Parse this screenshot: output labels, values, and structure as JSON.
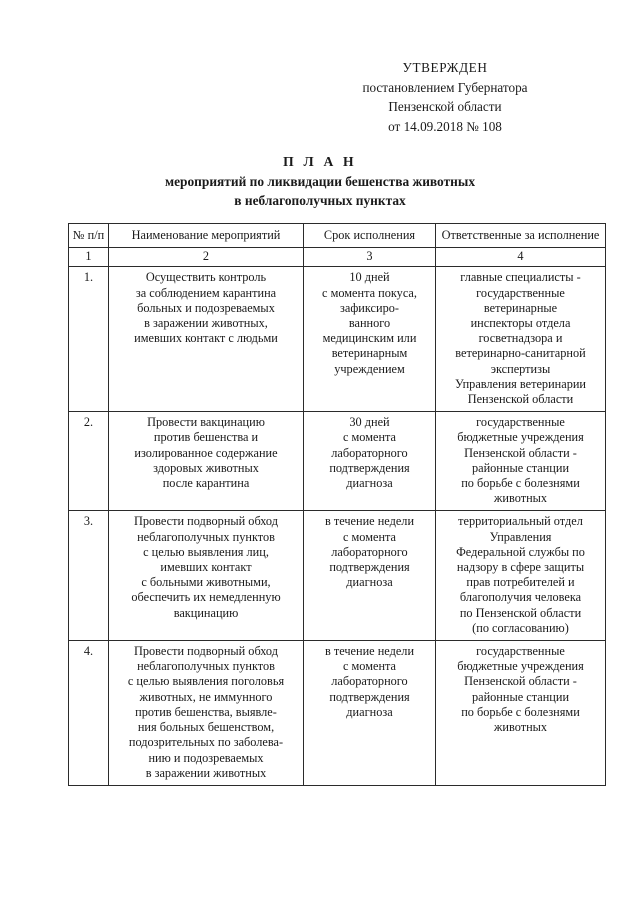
{
  "approval": {
    "lines": [
      "УТВЕРЖДЕН",
      "постановлением Губернатора",
      "Пензенской области",
      "от 14.09.2018 № 108"
    ]
  },
  "title": {
    "heading": "П Л А Н",
    "subtitle_line_1": "мероприятий по ликвидации бешенства животных",
    "subtitle_line_2": "в неблагополучных пунктах"
  },
  "table": {
    "headers": [
      {
        "line1": "№",
        "line2": "п/п"
      },
      {
        "line1": "Наименование",
        "line2": "мероприятий"
      },
      {
        "line1": "Срок",
        "line2": "исполнения"
      },
      {
        "line1": "Ответственные",
        "line2": "за исполнение"
      }
    ],
    "column_numbers": [
      "1",
      "2",
      "3",
      "4"
    ],
    "rows": [
      {
        "index": "1.",
        "measure": [
          "Осуществить контроль",
          "за соблюдением карантина",
          "больных и подозреваемых",
          "в заражении животных,",
          "имевших контакт с людьми"
        ],
        "deadline": [
          "10 дней",
          "с момента покуса,",
          "зафиксиро-",
          "ванного",
          "медицинским или",
          "ветеринарным",
          "учреждением"
        ],
        "responsible": [
          "главные специалисты -",
          "государственные",
          "ветеринарные",
          "инспекторы отдела",
          "госветнадзора и",
          "ветеринарно-санитарной",
          "экспертизы",
          "Управления ветеринарии",
          "Пензенской области"
        ]
      },
      {
        "index": "2.",
        "measure": [
          "Провести вакцинацию",
          "против бешенства и",
          "изолированное содержание",
          "здоровых животных",
          "после карантина"
        ],
        "deadline": [
          "30 дней",
          "с момента",
          "лабораторного",
          "подтверждения",
          "диагноза"
        ],
        "responsible": [
          "государственные",
          "бюджетные учреждения",
          "Пензенской области -",
          "районные станции",
          "по борьбе с болезнями",
          "животных"
        ]
      },
      {
        "index": "3.",
        "measure": [
          "Провести подворный обход",
          "неблагополучных пунктов",
          "с целью выявления лиц,",
          "имевших контакт",
          "с больными животными,",
          "обеспечить их немедленную",
          "вакцинацию"
        ],
        "deadline": [
          "в течение недели",
          "с момента",
          "лабораторного",
          "подтверждения",
          "диагноза"
        ],
        "responsible": [
          "территориальный отдел",
          "Управления",
          "Федеральной службы по",
          "надзору в сфере защиты",
          "прав потребителей и",
          "благополучия человека",
          "по Пензенской области",
          "(по согласованию)"
        ]
      },
      {
        "index": "4.",
        "measure": [
          "Провести подворный обход",
          "неблагополучных пунктов",
          "с целью выявления поголовья",
          "животных, не иммунного",
          "против бешенства, выявле-",
          "ния больных бешенством,",
          "подозрительных по заболева-",
          "нию и подозреваемых",
          "в заражении животных"
        ],
        "deadline": [
          "в течение недели",
          "с момента",
          "лабораторного",
          "подтверждения",
          "диагноза"
        ],
        "responsible": [
          "государственные",
          "бюджетные учреждения",
          "Пензенской области -",
          "районные станции",
          "по борьбе с болезнями",
          "животных"
        ]
      }
    ]
  }
}
